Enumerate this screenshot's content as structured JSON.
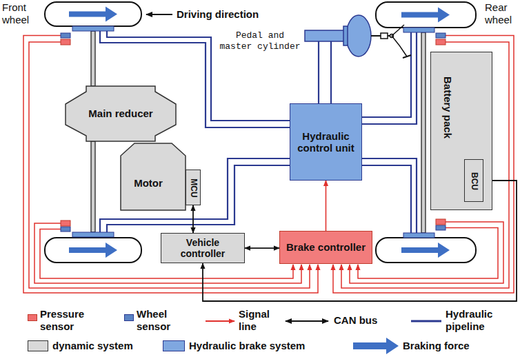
{
  "diagram": {
    "nodes": [
      {
        "text": [
          "Main reducer"
        ]
      },
      {
        "text": [
          "Motor"
        ]
      },
      {
        "text": [
          "MCU"
        ],
        "in": 1
      },
      {
        "text": [
          "Hydraulic control unit"
        ]
      },
      {
        "text": [
          "Battery pack"
        ]
      },
      {
        "text": [
          "BCU"
        ],
        "in": 4
      },
      {
        "text": [
          "Vehicle controller"
        ]
      },
      {
        "text": [
          "Brake controller"
        ]
      }
    ],
    "edges": [
      {
        "from": 2,
        "to": 6,
        "arrow": "both"
      },
      {
        "from": 6,
        "to": 7,
        "arrow": "both"
      },
      {
        "from": 7,
        "to": 3,
        "arrow": "to"
      },
      {
        "from": 5,
        "to": 6,
        "arrow": "both"
      }
    ],
    "labels": [
      "Front wheel",
      "Driving direction",
      "Pedal and master cylinder",
      "Rear wheel"
    ],
    "legend": [
      {
        "text": "Pressure sensor",
        "color": "#f06e6e"
      },
      {
        "text": "Wheel sensor",
        "color": "#5b84c4"
      },
      {
        "text": "Signal line"
      },
      {
        "text": "CAN bus"
      },
      {
        "text": "Hydraulic pipeline"
      },
      {
        "text": "dynamic system",
        "color": "#d9d9d9"
      },
      {
        "text": "Hydraulic brake system",
        "color": "#7fa7e0"
      },
      {
        "text": "Braking force"
      }
    ]
  }
}
